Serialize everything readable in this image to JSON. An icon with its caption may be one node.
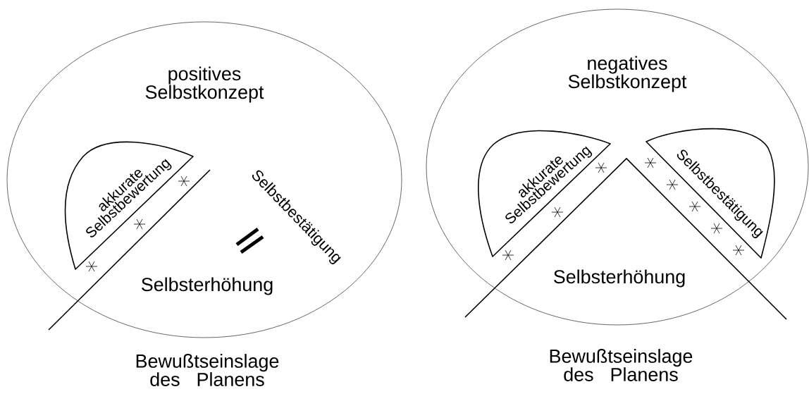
{
  "diagram": {
    "nodes": [
      {
        "text": [
          "positives Selbstkonzept"
        ],
        "beside": [
          "Bewußtseinslage des Planens"
        ]
      },
      {
        "text": [
          "akkurate Selbstbewertung"
        ],
        "in": 0
      },
      {
        "text": [
          "negatives Selbstkonzept"
        ],
        "beside": [
          "Bewußtseinslage des Planens"
        ]
      },
      {
        "text": [
          "akkurate Selbstbewertung"
        ],
        "in": 2
      },
      {
        "text": [
          "Selbstbestätigung"
        ],
        "in": 2
      }
    ],
    "labels": [
      "Selbstbestätigung",
      "Selbsterhöhung",
      "Selbsterhöhung"
    ]
  }
}
